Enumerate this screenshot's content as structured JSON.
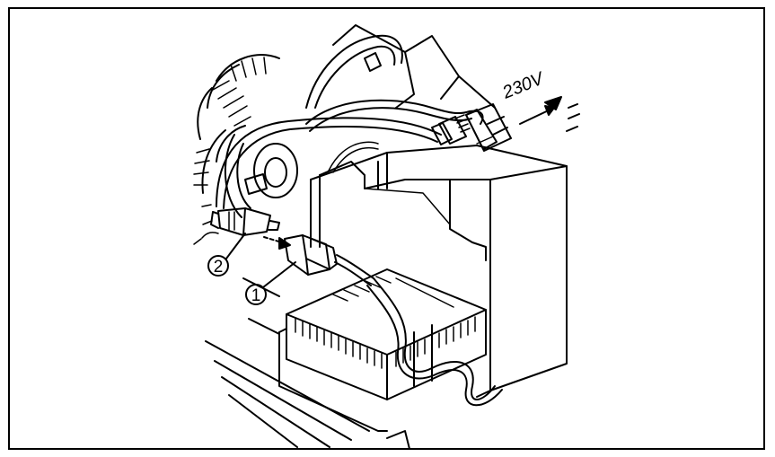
{
  "diagram": {
    "voltage_label": "230V",
    "callouts": [
      {
        "id": "plug-2",
        "label": "2"
      },
      {
        "id": "plug-1",
        "label": "1"
      }
    ],
    "colors": {
      "line": "#000000",
      "paper": "#ffffff",
      "frame": "#000000"
    }
  }
}
